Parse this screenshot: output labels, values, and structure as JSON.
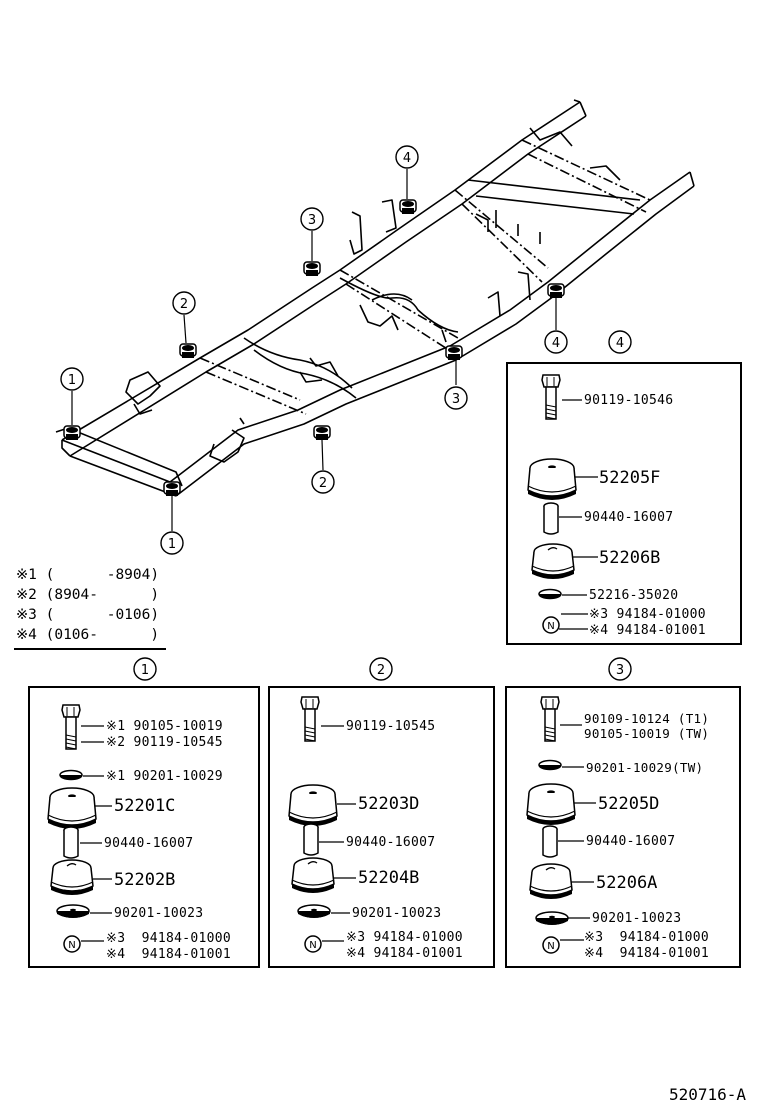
{
  "callouts": {
    "m1a": "1",
    "m1b": "1",
    "m2a": "2",
    "m2b": "2",
    "m3a": "3",
    "m3b": "3",
    "m4a": "4",
    "m4b": "4",
    "box4": "4",
    "box1": "1",
    "box2": "2",
    "box3": "3"
  },
  "notes": [
    "※1 (      -8904)",
    "※2 (8904-      )",
    "※3 (      -0106)",
    "※4 (0106-      )"
  ],
  "box4": {
    "bolt": "90119-10546",
    "upper": "52205F",
    "collar": "90440-16007",
    "lower": "52206B",
    "washer": "52216-35020",
    "nut_a": "※3 94184-01000",
    "nut_b": "※4 94184-01001"
  },
  "box1": {
    "bolt_a": "※1 90105-10019",
    "bolt_b": "※2 90119-10545",
    "washer_top": "※1 90201-10029",
    "upper": "52201C",
    "collar": "90440-16007",
    "lower": "52202B",
    "washer": "90201-10023",
    "nut_a": "※3  94184-01000",
    "nut_b": "※4  94184-01001"
  },
  "box2": {
    "bolt": "90119-10545",
    "upper": "52203D",
    "collar": "90440-16007",
    "lower": "52204B",
    "washer": "90201-10023",
    "nut_a": "※3 94184-01000",
    "nut_b": "※4 94184-01001"
  },
  "box3": {
    "bolt_a": "90109-10124 (T1)",
    "bolt_b": "90105-10019 (TW)",
    "washer_top": "90201-10029(TW)",
    "upper": "52205D",
    "collar": "90440-16007",
    "lower": "52206A",
    "washer": "90201-10023",
    "nut_a": "※3  94184-01000",
    "nut_b": "※4  94184-01001"
  },
  "nut_letter": "N",
  "footer": "520716-A"
}
